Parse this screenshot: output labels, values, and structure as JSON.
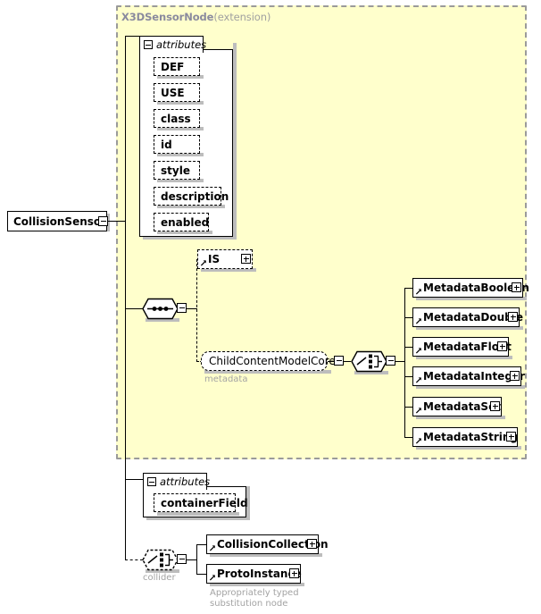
{
  "diagram": {
    "kind": "xml-schema-element-diagram",
    "root_element": {
      "name": "CollisionSensor",
      "expander": "minus"
    },
    "extension": {
      "base_type": "X3DSensorNode",
      "qualifier": "(extension)",
      "region_fill": "#ffffcc",
      "region_border": "#9a9a9a"
    },
    "attributes_group": {
      "tab_label": "attributes",
      "expander": "minus",
      "items": [
        {
          "name": "DEF",
          "optional": false
        },
        {
          "name": "USE",
          "optional": false
        },
        {
          "name": "class",
          "optional": false
        },
        {
          "name": "id",
          "optional": false
        },
        {
          "name": "style",
          "optional": false
        },
        {
          "name": "description",
          "optional": true
        },
        {
          "name": "enabled",
          "optional": true
        }
      ]
    },
    "sequence": {
      "icon": "sequence-icon",
      "expander": "minus",
      "children": [
        {
          "name": "IS",
          "optional": true,
          "expander": "plus",
          "substitutable": true
        },
        {
          "name": "ChildContentModelCore",
          "type": "group-reference",
          "optional": true,
          "expander": "minus",
          "caption": "metadata"
        }
      ]
    },
    "metadata_choice": {
      "icon": "choice-icon",
      "expander": "minus",
      "options": [
        {
          "name": "MetadataBoolean",
          "expander": "plus"
        },
        {
          "name": "MetadataDouble",
          "expander": "plus"
        },
        {
          "name": "MetadataFloat",
          "expander": "plus"
        },
        {
          "name": "MetadataInteger",
          "expander": "plus"
        },
        {
          "name": "MetadataSet",
          "expander": "plus"
        },
        {
          "name": "MetadataString",
          "expander": "plus"
        }
      ]
    },
    "outer_attributes_group": {
      "tab_label": "attributes",
      "expander": "minus",
      "items": [
        {
          "name": "containerField",
          "optional": true
        }
      ]
    },
    "collider_choice": {
      "icon": "choice-icon",
      "optional": true,
      "expander": "minus",
      "caption": "collider",
      "options": [
        {
          "name": "CollisionCollection",
          "expander": "plus"
        },
        {
          "name": "ProtoInstance",
          "expander": "plus"
        }
      ],
      "annotation_line1": "Appropriately typed",
      "annotation_line2": "substitution node"
    }
  }
}
